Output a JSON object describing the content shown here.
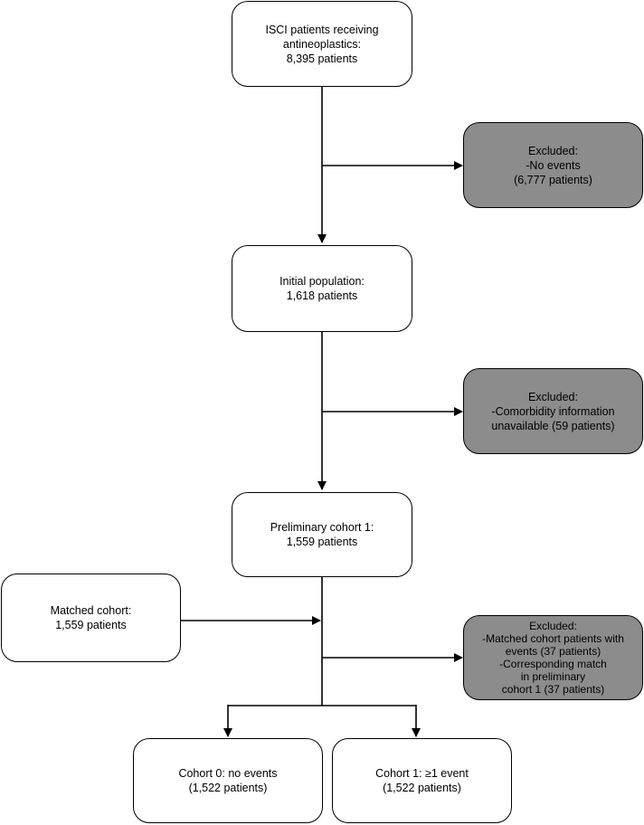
{
  "flowchart": {
    "source": {
      "lines": [
        "ISCI patients receiving",
        "antineoplastics:",
        "8,395 patients"
      ]
    },
    "excluded_1": {
      "lines": [
        "Excluded:",
        "-No events",
        "(6,777 patients)"
      ]
    },
    "initial_population": {
      "lines": [
        "Initial population:",
        "1,618 patients"
      ]
    },
    "excluded_2": {
      "lines": [
        "Excluded:",
        "-Comorbidity information",
        "unavailable (59 patients)"
      ]
    },
    "preliminary_cohort": {
      "lines": [
        "Preliminary cohort 1:",
        "1,559 patients"
      ]
    },
    "matched_cohort": {
      "lines": [
        "Matched cohort:",
        "1,559 patients"
      ]
    },
    "excluded_3": {
      "lines": [
        "Excluded:",
        "-Matched cohort patients with",
        "events (37 patients)",
        "-Corresponding match",
        "in preliminary",
        "cohort 1 (37 patients)"
      ]
    },
    "cohort_0": {
      "lines": [
        "Cohort 0: no events",
        "(1,522 patients)"
      ]
    },
    "cohort_1": {
      "lines": [
        "Cohort 1: ≥1 event",
        "(1,522 patients)"
      ]
    }
  },
  "colors": {
    "box_fill": "#ffffff",
    "excluded_fill": "#8c8c8c",
    "stroke": "#000000"
  }
}
